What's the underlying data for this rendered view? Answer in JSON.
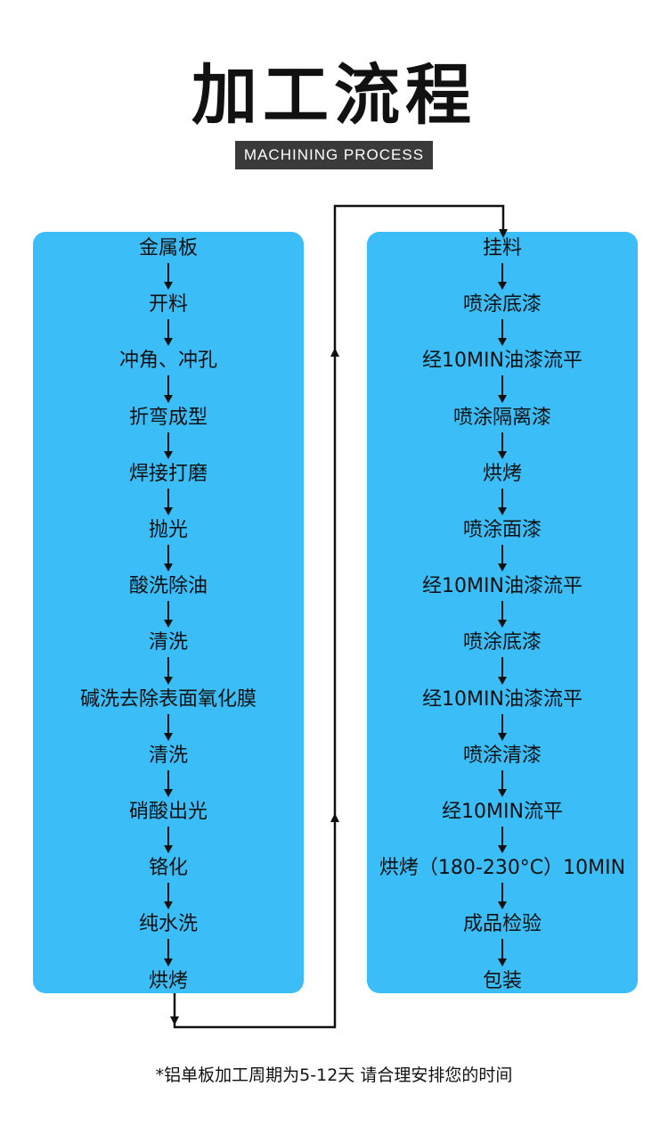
{
  "header": {
    "title": "加工流程",
    "subtitle": "MACHINING PROCESS"
  },
  "left_steps": [
    "金属板",
    "开料",
    "冲角、冲孔",
    "折弯成型",
    "焊接打磨",
    "抛光",
    "酸洗除油",
    "清洗",
    "碱洗去除表面氧化膜",
    "清洗",
    "硝酸出光",
    "铬化",
    "纯水洗",
    "烘烤"
  ],
  "right_steps": [
    "挂料",
    "喷涂底漆",
    "经10MIN油漆流平",
    "喷涂隔离漆",
    "烘烤",
    "喷涂面漆",
    "经10MIN油漆流平",
    "喷涂底漆",
    "经10MIN油漆流平",
    "喷涂清漆",
    "经10MIN流平",
    "烘烤（180-230°C）10MIN",
    "成品检验",
    "包装"
  ],
  "footer": {
    "note": "*铝单板加工周期为5-12天 请合理安排您的时间"
  },
  "colors": {
    "panel": "#3bbdf7",
    "text": "#111111",
    "subtitle_bg": "#3a3a3a"
  }
}
